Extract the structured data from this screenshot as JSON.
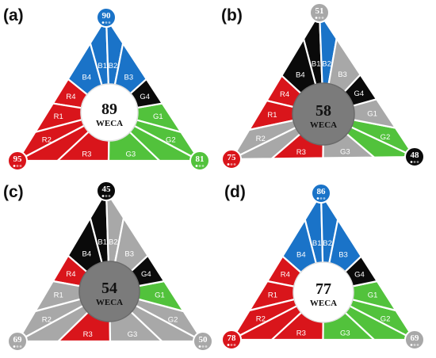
{
  "center_caption": "WECA",
  "colors": {
    "blue": "#1a73c8",
    "red": "#d9151b",
    "green": "#52c23c",
    "black": "#0a0a0a",
    "gray": "#a8a8a8",
    "center_dark": "#7b7b7b",
    "center_light": "#ffffff"
  },
  "panels": [
    {
      "label": "(a)",
      "center": {
        "value": "89",
        "style": "light"
      },
      "vertices": {
        "top": {
          "value": "90",
          "color": "blue"
        },
        "left": {
          "value": "95",
          "color": "red"
        },
        "right": {
          "value": "81",
          "color": "green"
        }
      },
      "segments": {
        "B4": "blue",
        "B1": "blue",
        "B2": "blue",
        "B3": "blue",
        "G4": "black",
        "G1": "green",
        "G2": "green",
        "G3": "green",
        "R3": "red",
        "R2": "red",
        "R1": "red",
        "R4": "red"
      }
    },
    {
      "label": "(b)",
      "center": {
        "value": "58",
        "style": "dark"
      },
      "vertices": {
        "top": {
          "value": "51",
          "color": "gray"
        },
        "left": {
          "value": "75",
          "color": "red"
        },
        "right": {
          "value": "48",
          "color": "black"
        }
      },
      "segments": {
        "B4": "black",
        "B1": "black",
        "B2": "blue",
        "B3": "gray",
        "G4": "black",
        "G1": "gray",
        "G2": "green",
        "G3": "gray",
        "R3": "red",
        "R2": "gray",
        "R1": "red",
        "R4": "red"
      }
    },
    {
      "label": "(c)",
      "center": {
        "value": "54",
        "style": "dark"
      },
      "vertices": {
        "top": {
          "value": "45",
          "color": "black"
        },
        "left": {
          "value": "69",
          "color": "gray"
        },
        "right": {
          "value": "50",
          "color": "gray"
        }
      },
      "segments": {
        "B4": "black",
        "B1": "black",
        "B2": "gray",
        "B3": "gray",
        "G4": "black",
        "G1": "green",
        "G2": "gray",
        "G3": "gray",
        "R3": "red",
        "R2": "gray",
        "R1": "gray",
        "R4": "red"
      }
    },
    {
      "label": "(d)",
      "center": {
        "value": "77",
        "style": "light"
      },
      "vertices": {
        "top": {
          "value": "86",
          "color": "blue"
        },
        "left": {
          "value": "78",
          "color": "red"
        },
        "right": {
          "value": "69",
          "color": "gray"
        }
      },
      "segments": {
        "B4": "blue",
        "B1": "blue",
        "B2": "blue",
        "B3": "blue",
        "G4": "black",
        "G1": "green",
        "G2": "green",
        "G3": "green",
        "R3": "red",
        "R2": "red",
        "R1": "red",
        "R4": "red"
      }
    }
  ]
}
